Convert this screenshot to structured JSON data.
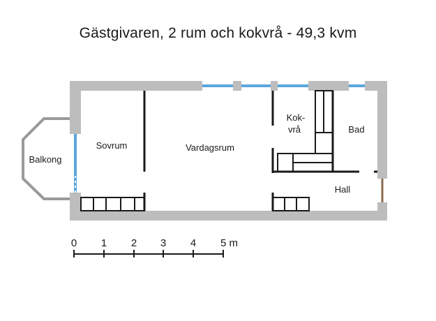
{
  "title": "Gästgivaren, 2 rum och kokvrå - 49,3 kvm",
  "rooms": {
    "balcony": "Balkong",
    "bedroom": "Sovrum",
    "living": "Vardagsrum",
    "kitchen_line1": "Kok-",
    "kitchen_line2": "vrå",
    "bath": "Bad",
    "hall": "Hall"
  },
  "scale": {
    "ticks": [
      "0",
      "1",
      "2",
      "3",
      "4",
      "5 m"
    ]
  },
  "colors": {
    "wall": "#bdbdbd",
    "line": "#1a1a1a",
    "window": "#5aa6dd",
    "door": "#8b6a4e"
  }
}
